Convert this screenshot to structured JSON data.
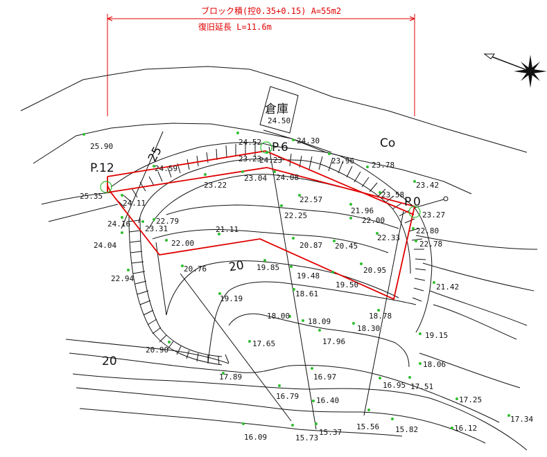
{
  "dimension": {
    "text1": "ブロック積(控0.35+0.15) A=55m2",
    "text2": "復旧延長 L=11.6m"
  },
  "building": {
    "name": "倉庫",
    "elev": "24.50"
  },
  "labels": {
    "co": "Co",
    "c25": "25",
    "c20a": "20",
    "c20b": "20"
  },
  "stations": [
    {
      "id": "p12",
      "label": "P.12",
      "elev": "25.35"
    },
    {
      "id": "p6",
      "label": "P.6",
      "elev": "24.23"
    },
    {
      "id": "p0",
      "label": "P.0",
      "elev": "23.27"
    }
  ],
  "spot_elevations": [
    "25.90",
    "24.52",
    "24.30",
    "23.96",
    "23.78",
    "23.42",
    "23.58",
    "23.23",
    "24.59",
    "23.22",
    "23.04",
    "24.08",
    "22.57",
    "22.25",
    "21.96",
    "22.00",
    "22.33",
    "22.80",
    "22.78",
    "24.11",
    "24.16",
    "23.31",
    "22.79",
    "24.04",
    "21.11",
    "22.00",
    "20.87",
    "20.45",
    "20.76",
    "19.85",
    "19.48",
    "19.50",
    "20.95",
    "21.42",
    "22.94",
    "19.19",
    "18.61",
    "18.78",
    "18.00",
    "18.09",
    "18.30",
    "19.15",
    "17.65",
    "17.96",
    "20.90",
    "17.89",
    "16.97",
    "16.95",
    "17.51",
    "18.06",
    "16.79",
    "16.40",
    "17.25",
    "15.56",
    "15.82",
    "16.12",
    "17.34",
    "16.09",
    "15.73",
    "15.37"
  ]
}
